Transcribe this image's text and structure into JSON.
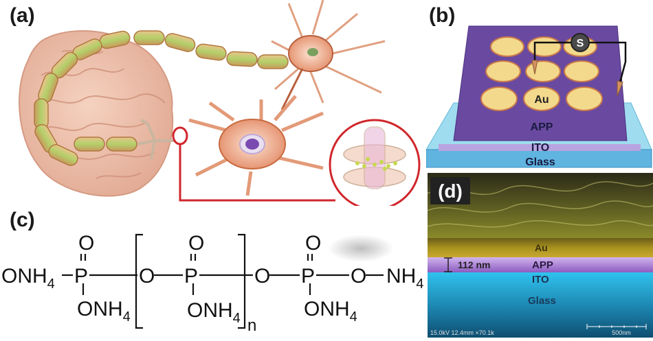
{
  "panels": {
    "a": {
      "label": "(a)"
    },
    "b": {
      "label": "(b)",
      "electrode": "Au",
      "layer": "APP",
      "electrode_layer": "ITO",
      "substrate": "Glass",
      "source_icon": "S"
    },
    "c": {
      "label": "(c)",
      "left_group": "ONH",
      "left_sub": "4",
      "p": "P",
      "o": "O",
      "bottom_group": "ONH",
      "bottom_sub": "4",
      "repeat": "n",
      "right_group": "NH",
      "right_sub": "4"
    },
    "d": {
      "label": "(d)",
      "au": "Au",
      "app": "APP",
      "ito": "ITO",
      "glass": "Glass",
      "thickness": "112 nm",
      "sem_info": "15.0kV 12.4mm ×70.1k",
      "scale_bar": "500nm"
    }
  },
  "colors": {
    "app_purple": "#6a4aa0",
    "ito_blue": "#6fcbe8",
    "au_gold": "#f3d98c",
    "callout_red": "#d0262b",
    "sem_yellow": "#9a9a1e",
    "sem_purple": "#9a70c8",
    "sem_cyan": "#1db0d8"
  }
}
